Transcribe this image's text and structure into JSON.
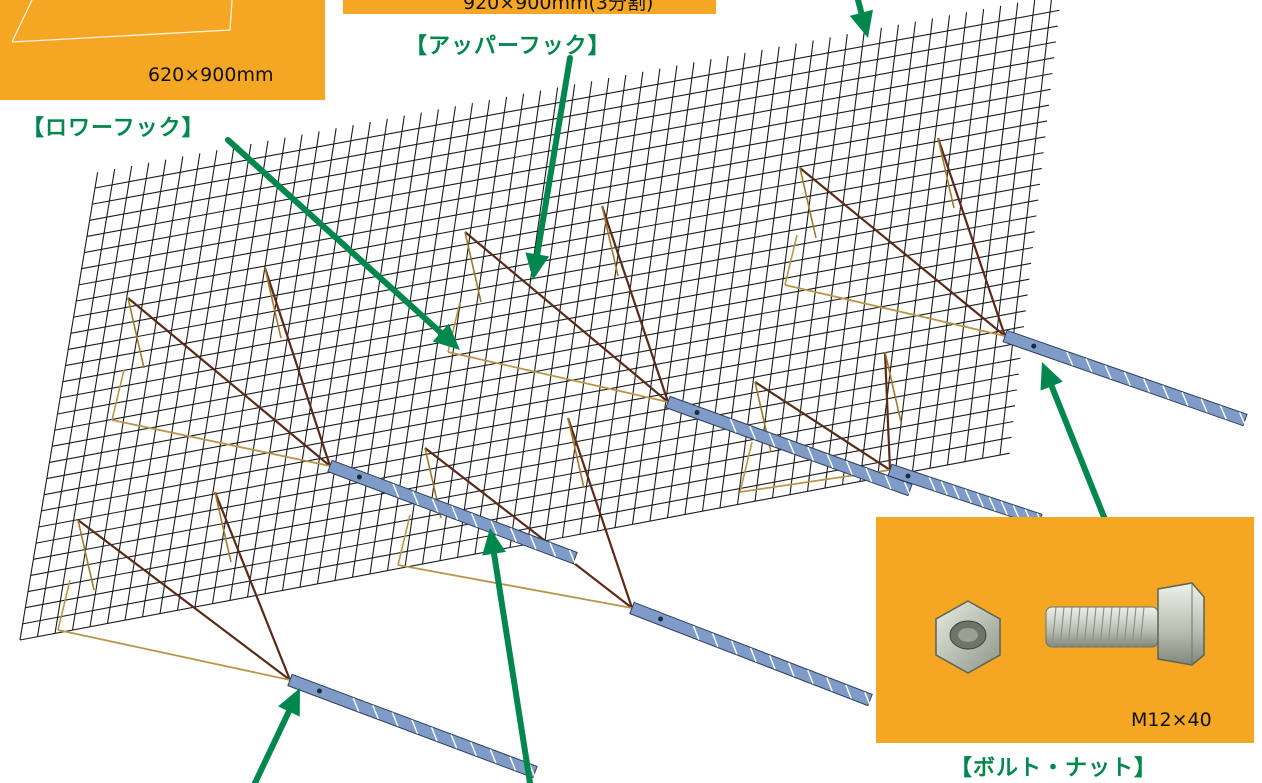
{
  "labels": {
    "upper_hook": "【アッパーフック】",
    "lower_hook": "【ロワーフック】",
    "bolt_nut": "【ボルト・ナット】"
  },
  "dims": {
    "mesh_panel": "620×900mm",
    "top_partial": "920×900mm(3分割)",
    "bolt": "M12×40"
  },
  "colors": {
    "panel_orange": "#f5a623",
    "arrow_green": "#00874d",
    "mesh_dark": "#1b1b1b",
    "hook_brown": "#5a2a1a",
    "plate_blue": "#7f9cc8"
  },
  "icons": {
    "nut": "hex-nut-icon",
    "bolt": "hex-bolt-icon"
  }
}
